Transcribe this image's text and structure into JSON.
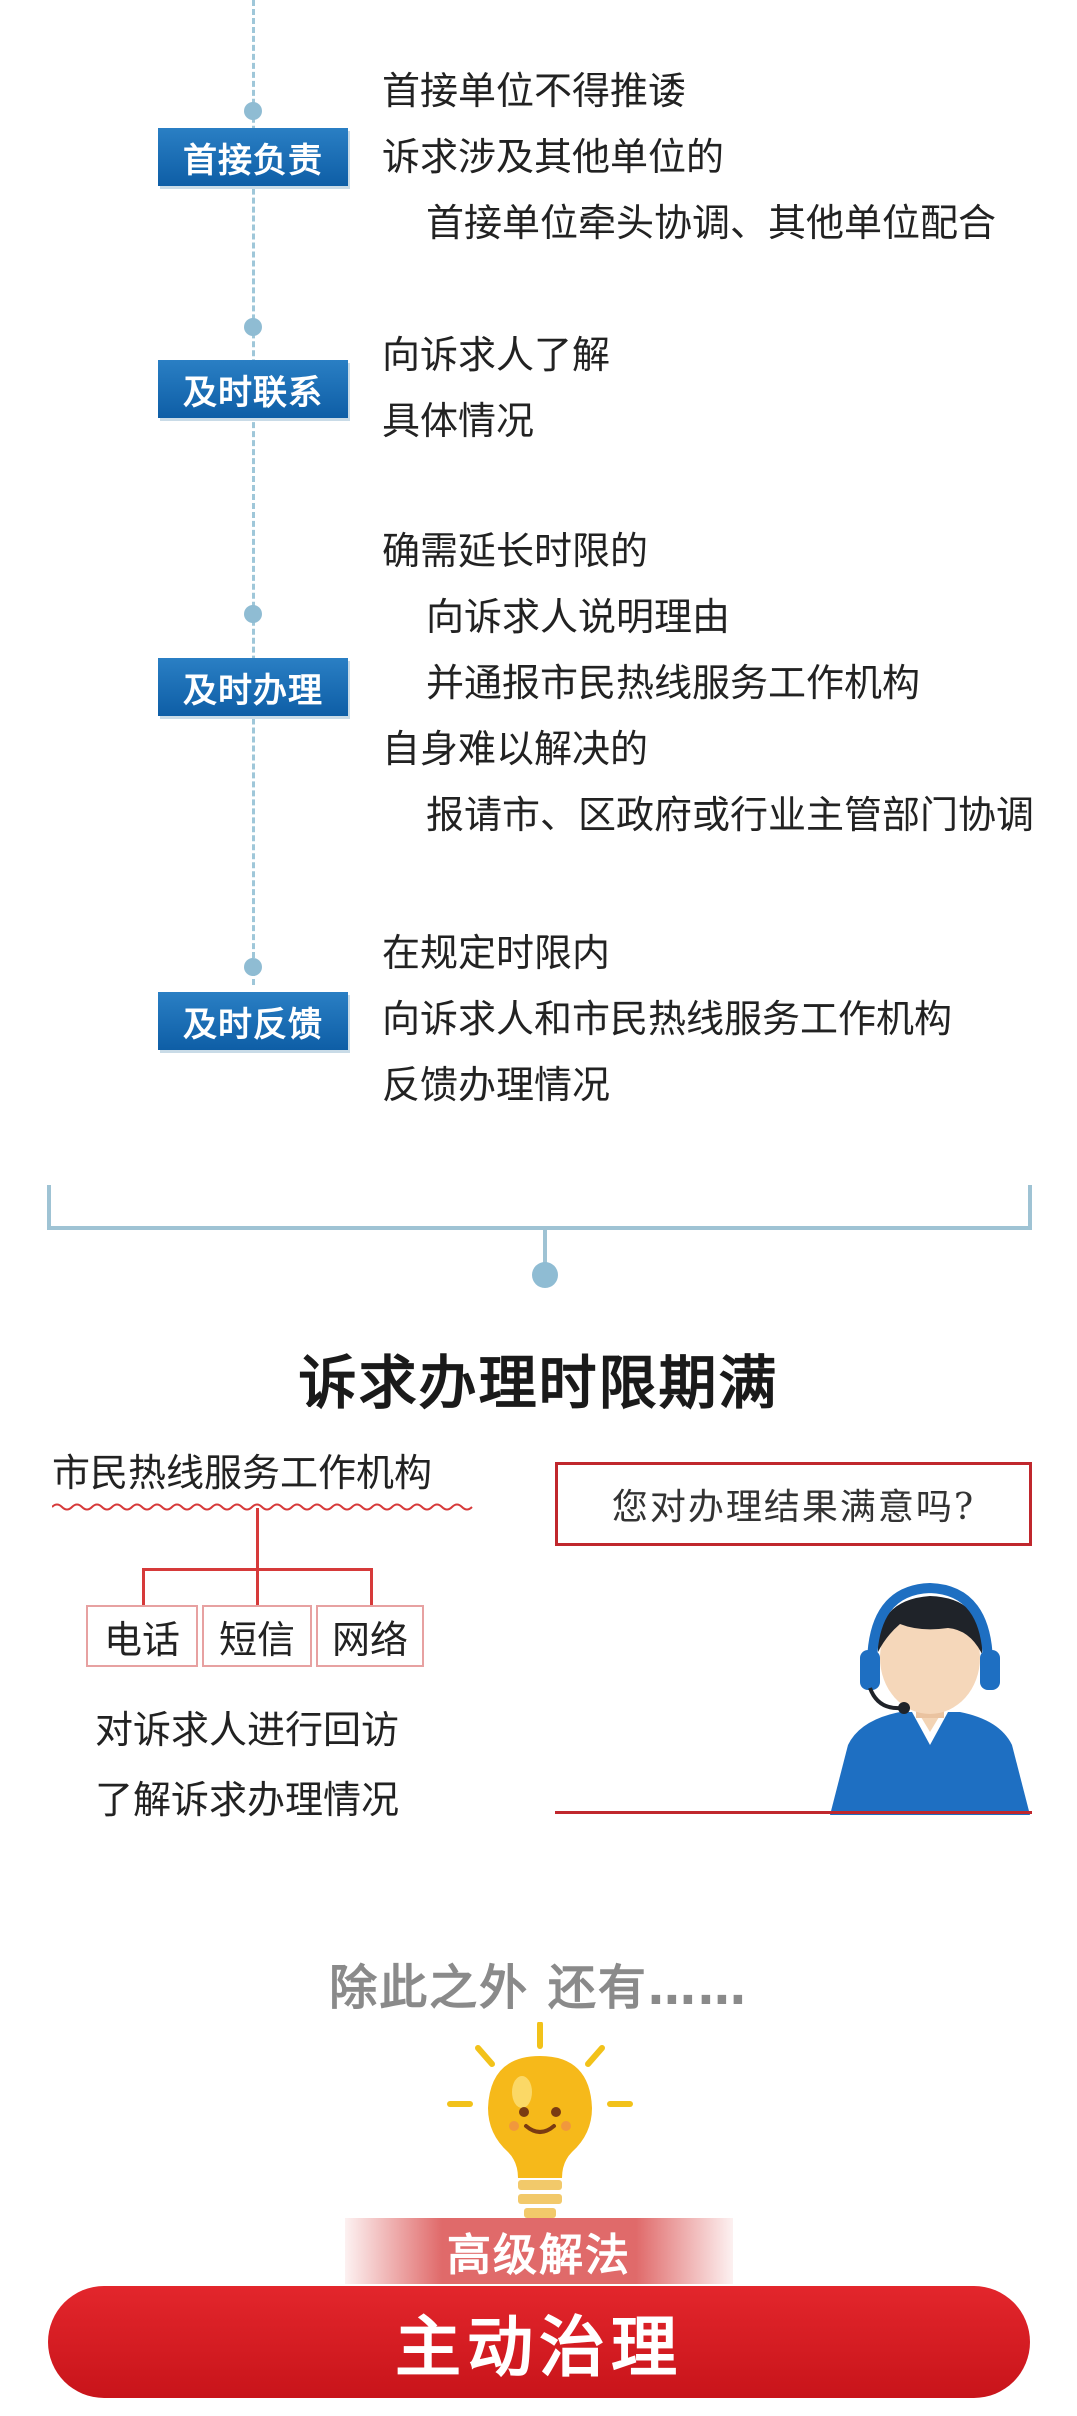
{
  "principles": [
    {
      "badge": "首接负责",
      "lines": [
        "首接单位不得推诿",
        "诉求涉及其他单位的",
        "首接单位牵头协调、其他单位配合"
      ]
    },
    {
      "badge": "及时联系",
      "lines": [
        "向诉求人了解",
        "具体情况"
      ]
    },
    {
      "badge": "及时办理",
      "lines": [
        "确需延长时限的",
        "向诉求人说明理由",
        "并通报市民热线服务工作机构",
        "自身难以解决的",
        "报请市、区政府或行业主管部门协调"
      ]
    },
    {
      "badge": "及时反馈",
      "lines": [
        "在规定时限内",
        "向诉求人和市民热线服务工作机构",
        "反馈办理情况"
      ]
    }
  ],
  "deadline": {
    "title": "诉求办理时限期满",
    "org": "市民热线服务工作机构",
    "channels": [
      "电话",
      "短信",
      "网络"
    ],
    "callback_lines": [
      "对诉求人进行回访",
      "了解诉求办理情况"
    ],
    "question": "您对办理结果满意吗?"
  },
  "extra": {
    "title": "除此之外  还有……",
    "advanced": "高级解法",
    "main": "主动治理"
  },
  "colors": {
    "badge_blue": "#0e5ea6",
    "timeline": "#9fc7d9",
    "accent_red": "#c8141a"
  }
}
